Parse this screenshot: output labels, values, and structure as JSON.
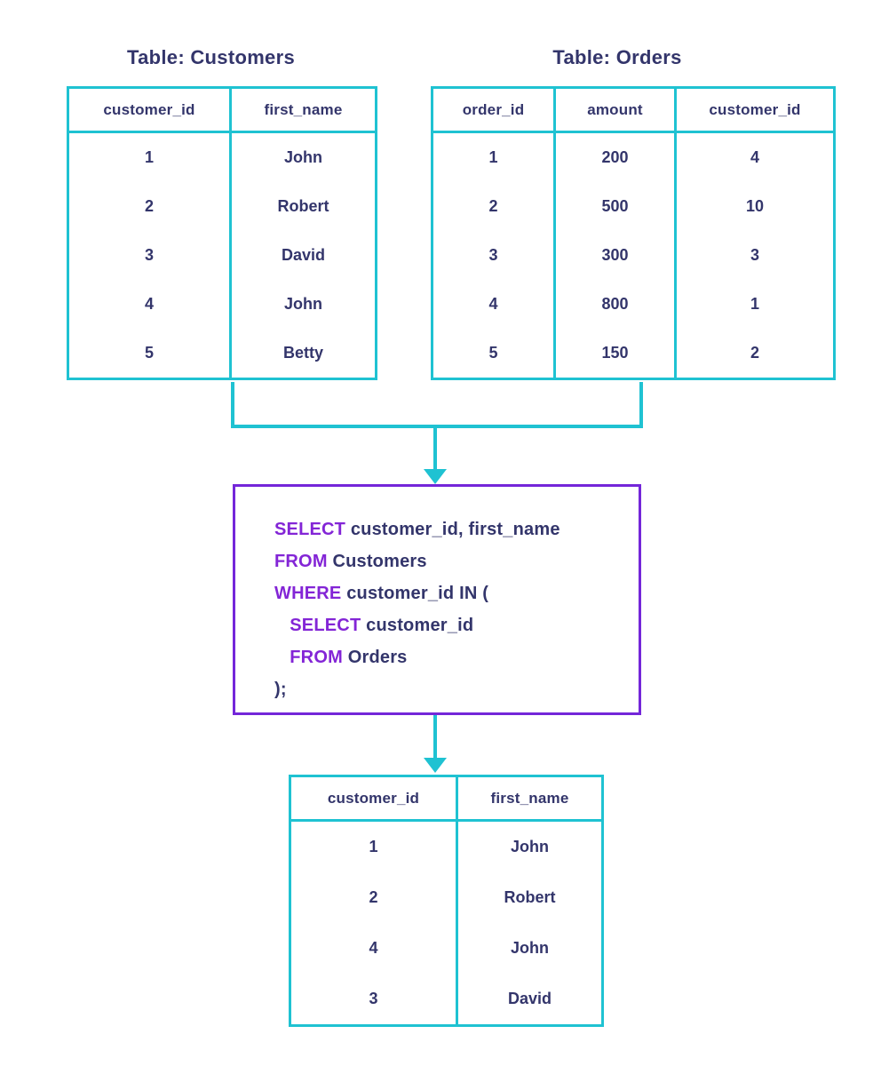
{
  "colors": {
    "teal": "#1fc2d2",
    "purple": "#8325d6",
    "box_purple": "#7426d9",
    "navy": "#33356b",
    "background": "#ffffff"
  },
  "customers": {
    "title": "Table: Customers",
    "columns": [
      "customer_id",
      "first_name"
    ],
    "rows": [
      [
        "1",
        "John"
      ],
      [
        "2",
        "Robert"
      ],
      [
        "3",
        "David"
      ],
      [
        "4",
        "John"
      ],
      [
        "5",
        "Betty"
      ]
    ]
  },
  "orders": {
    "title": "Table: Orders",
    "columns": [
      "order_id",
      "amount",
      "customer_id"
    ],
    "rows": [
      [
        "1",
        "200",
        "4"
      ],
      [
        "2",
        "500",
        "10"
      ],
      [
        "3",
        "300",
        "3"
      ],
      [
        "4",
        "800",
        "1"
      ],
      [
        "5",
        "150",
        "2"
      ]
    ]
  },
  "sql": {
    "lines": [
      [
        {
          "t": "SELECT ",
          "k": true
        },
        {
          "t": "customer_id, first_name",
          "k": false
        }
      ],
      [
        {
          "t": "FROM ",
          "k": true
        },
        {
          "t": "Customers",
          "k": false
        }
      ],
      [
        {
          "t": "WHERE ",
          "k": true
        },
        {
          "t": "customer_id IN (",
          "k": false
        }
      ],
      [
        {
          "t": "   SELECT ",
          "k": true
        },
        {
          "t": "customer_id",
          "k": false
        }
      ],
      [
        {
          "t": "   FROM ",
          "k": true
        },
        {
          "t": "Orders",
          "k": false
        }
      ],
      [
        {
          "t": ");",
          "k": false
        }
      ]
    ]
  },
  "result": {
    "columns": [
      "customer_id",
      "first_name"
    ],
    "rows": [
      [
        "1",
        "John"
      ],
      [
        "2",
        "Robert"
      ],
      [
        "4",
        "John"
      ],
      [
        "3",
        "David"
      ]
    ]
  }
}
